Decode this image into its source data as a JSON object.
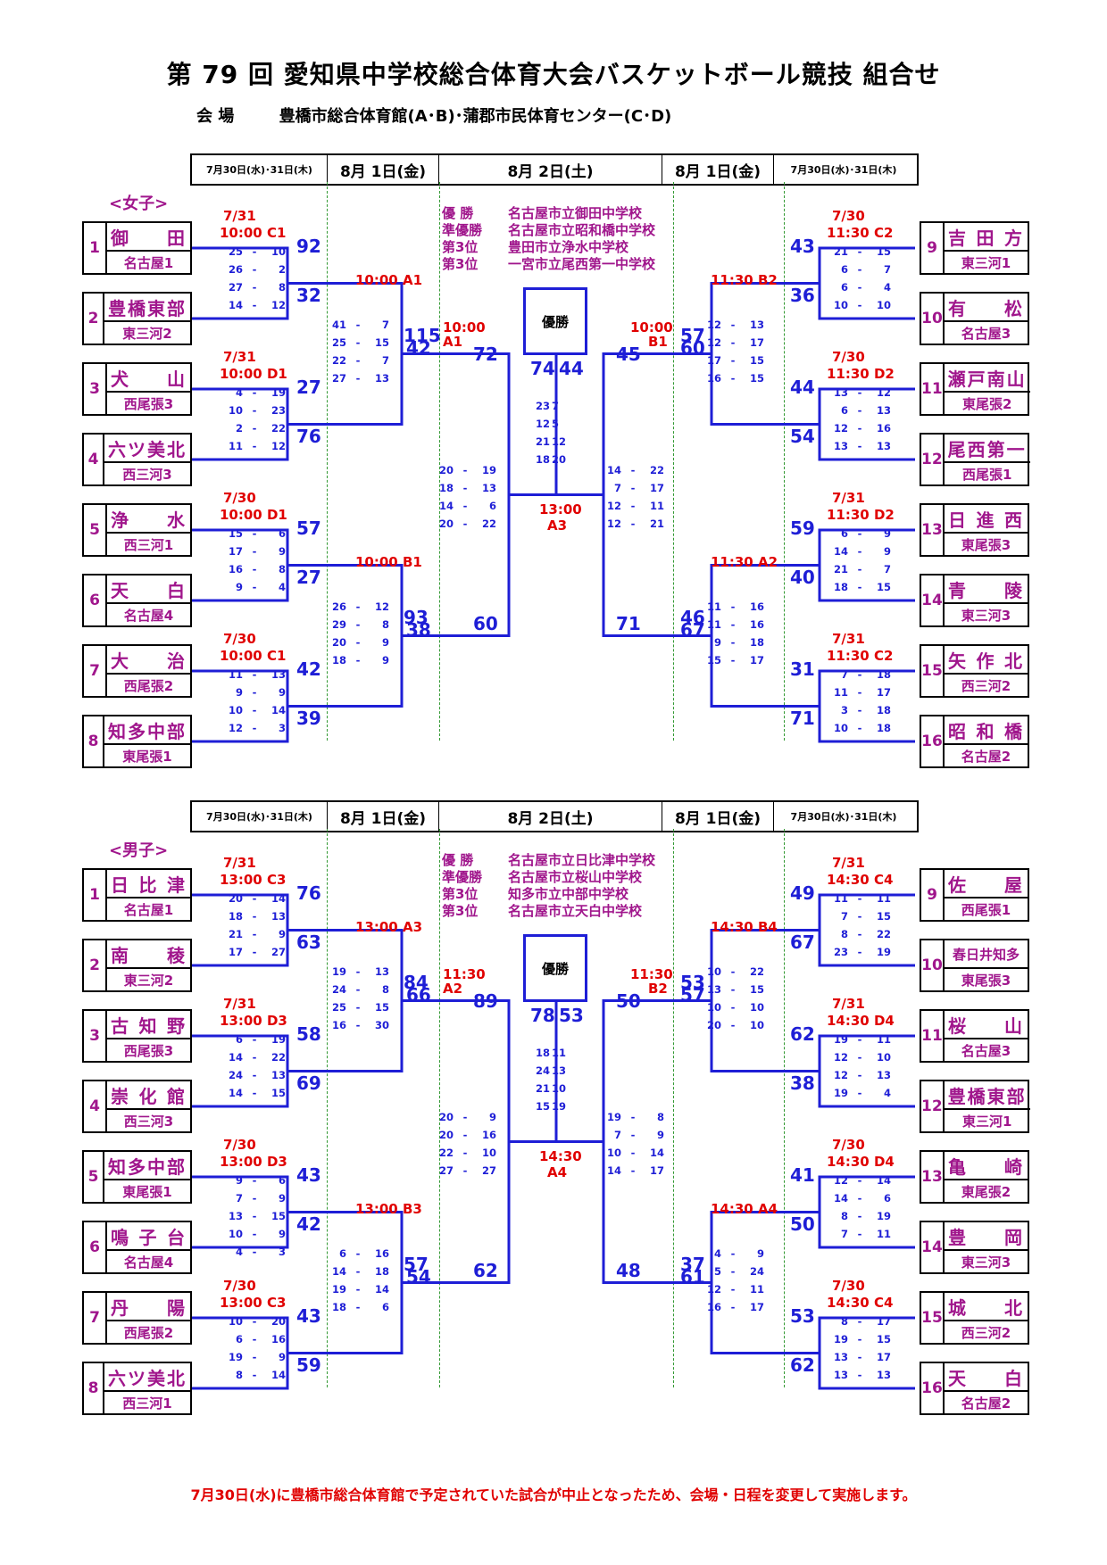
{
  "title": "第 79 回 愛知県中学校総合体育大会バスケットボール競技 組合せ",
  "venue_label": "会 場",
  "venue": "豊橋市総合体育館(A･B)･蒲郡市民体育センター(C･D)",
  "date_labels": [
    "7月30日(水)･31日(木)",
    "8月 1日(金)",
    "8月 2日(土)",
    "8月 1日(金)",
    "7月30日(水)･31日(木)"
  ],
  "champion_box": "優勝",
  "footer": "7月30日(水)に豊橋市総合体育館で予定されていた試合が中止となったため、会場・日程を変更して実施します。",
  "colors": {
    "bracket": "#1e1ed6",
    "team": "#a0168c",
    "time": "#e00000"
  },
  "girls": {
    "label": "<女子>",
    "results": [
      {
        "label": "優 勝",
        "school": "名古屋市立御田中学校"
      },
      {
        "label": "準優勝",
        "school": "名古屋市立昭和橋中学校"
      },
      {
        "label": "第3位",
        "school": "豊田市立浄水中学校"
      },
      {
        "label": "第3位",
        "school": "一宮市立尾西第一中学校"
      }
    ],
    "teams_left": [
      {
        "seed": "1",
        "name": "御 田",
        "region": "名古屋1"
      },
      {
        "seed": "2",
        "name": "豊橋東部",
        "region": "東三河2"
      },
      {
        "seed": "3",
        "name": "犬 山",
        "region": "西尾張3"
      },
      {
        "seed": "4",
        "name": "六ツ美北",
        "region": "西三河3"
      },
      {
        "seed": "5",
        "name": "浄 水",
        "region": "西三河1"
      },
      {
        "seed": "6",
        "name": "天 白",
        "region": "名古屋4"
      },
      {
        "seed": "7",
        "name": "大 治",
        "region": "西尾張2"
      },
      {
        "seed": "8",
        "name": "知多中部",
        "region": "東尾張1"
      }
    ],
    "teams_right": [
      {
        "seed": "9",
        "name": "吉田方",
        "region": "東三河1"
      },
      {
        "seed": "10",
        "name": "有 松",
        "region": "名古屋3"
      },
      {
        "seed": "11",
        "name": "瀬戸南山",
        "region": "東尾張2"
      },
      {
        "seed": "12",
        "name": "尾西第一",
        "region": "西尾張1"
      },
      {
        "seed": "13",
        "name": "日進西",
        "region": "東尾張3"
      },
      {
        "seed": "14",
        "name": "青 陵",
        "region": "東三河3"
      },
      {
        "seed": "15",
        "name": "矢作北",
        "region": "西三河2"
      },
      {
        "seed": "16",
        "name": "昭和橋",
        "region": "名古屋2"
      }
    ],
    "r1_left": [
      {
        "date": "7/31",
        "time": "10:00 C1",
        "s1": "92",
        "s2": "32",
        "q": [
          [
            "25",
            "10"
          ],
          [
            "26",
            "2"
          ],
          [
            "27",
            "8"
          ],
          [
            "14",
            "12"
          ]
        ]
      },
      {
        "date": "7/31",
        "time": "10:00 D1",
        "s1": "27",
        "s2": "76",
        "q": [
          [
            "4",
            "19"
          ],
          [
            "10",
            "23"
          ],
          [
            "2",
            "22"
          ],
          [
            "11",
            "12"
          ]
        ]
      },
      {
        "date": "7/30",
        "time": "10:00 D1",
        "s1": "57",
        "s2": "27",
        "q": [
          [
            "15",
            "6"
          ],
          [
            "17",
            "9"
          ],
          [
            "16",
            "8"
          ],
          [
            "9",
            "4"
          ]
        ]
      },
      {
        "date": "7/30",
        "time": "10:00 C1",
        "s1": "42",
        "s2": "39",
        "q": [
          [
            "11",
            "13"
          ],
          [
            "9",
            "9"
          ],
          [
            "10",
            "14"
          ],
          [
            "12",
            "3"
          ]
        ]
      }
    ],
    "r1_right": [
      {
        "date": "7/30",
        "time": "11:30 C2",
        "s1": "43",
        "s2": "36",
        "q": [
          [
            "21",
            "15"
          ],
          [
            "6",
            "7"
          ],
          [
            "6",
            "4"
          ],
          [
            "10",
            "10"
          ]
        ]
      },
      {
        "date": "7/30",
        "time": "11:30 D2",
        "s1": "44",
        "s2": "54",
        "q": [
          [
            "13",
            "12"
          ],
          [
            "6",
            "13"
          ],
          [
            "12",
            "16"
          ],
          [
            "13",
            "13"
          ]
        ]
      },
      {
        "date": "7/31",
        "time": "11:30 D2",
        "s1": "59",
        "s2": "40",
        "q": [
          [
            "6",
            "9"
          ],
          [
            "14",
            "9"
          ],
          [
            "21",
            "7"
          ],
          [
            "18",
            "15"
          ]
        ]
      },
      {
        "date": "7/31",
        "time": "11:30 C2",
        "s1": "31",
        "s2": "71",
        "q": [
          [
            "7",
            "18"
          ],
          [
            "11",
            "17"
          ],
          [
            "3",
            "18"
          ],
          [
            "10",
            "18"
          ]
        ]
      }
    ],
    "r2_left": [
      {
        "time": "10:00 A1",
        "s1": "115",
        "s2": "42",
        "q": [
          [
            "41",
            "7"
          ],
          [
            "25",
            "15"
          ],
          [
            "22",
            "7"
          ],
          [
            "27",
            "13"
          ]
        ]
      },
      {
        "time": "10:00 B1",
        "s1": "93",
        "s2": "38",
        "q": [
          [
            "26",
            "12"
          ],
          [
            "29",
            "8"
          ],
          [
            "20",
            "9"
          ],
          [
            "18",
            "9"
          ]
        ]
      }
    ],
    "r2_right": [
      {
        "time": "11:30 B2",
        "s1": "57",
        "s2": "60",
        "q": [
          [
            "12",
            "13"
          ],
          [
            "12",
            "17"
          ],
          [
            "17",
            "15"
          ],
          [
            "16",
            "15"
          ]
        ]
      },
      {
        "time": "11:30 A2",
        "s1": "46",
        "s2": "67",
        "q": [
          [
            "11",
            "16"
          ],
          [
            "11",
            "16"
          ],
          [
            "9",
            "18"
          ],
          [
            "15",
            "17"
          ]
        ]
      }
    ],
    "semi_left": {
      "time": "10:00",
      "court": "A1",
      "s1": "72",
      "s2": "60",
      "q": [
        [
          "20",
          "19"
        ],
        [
          "18",
          "13"
        ],
        [
          "14",
          "6"
        ],
        [
          "20",
          "22"
        ]
      ]
    },
    "semi_right": {
      "time": "10:00",
      "court": "B1",
      "s1": "45",
      "s2": "71",
      "q": [
        [
          "14",
          "22"
        ],
        [
          "7",
          "17"
        ],
        [
          "12",
          "11"
        ],
        [
          "12",
          "21"
        ]
      ]
    },
    "final": {
      "time": "13:00",
      "court": "A3",
      "s1": "74",
      "s2": "44",
      "q": [
        [
          "23",
          "7"
        ],
        [
          "12",
          "5"
        ],
        [
          "21",
          "12"
        ],
        [
          "18",
          "20"
        ]
      ]
    }
  },
  "boys": {
    "label": "<男子>",
    "results": [
      {
        "label": "優 勝",
        "school": "名古屋市立日比津中学校"
      },
      {
        "label": "準優勝",
        "school": "名古屋市立桜山中学校"
      },
      {
        "label": "第3位",
        "school": "知多市立中部中学校"
      },
      {
        "label": "第3位",
        "school": "名古屋市立天白中学校"
      }
    ],
    "teams_left": [
      {
        "seed": "1",
        "name": "日比津",
        "region": "名古屋1"
      },
      {
        "seed": "2",
        "name": "南 稜",
        "region": "東三河2"
      },
      {
        "seed": "3",
        "name": "古知野",
        "region": "西尾張3"
      },
      {
        "seed": "4",
        "name": "崇化館",
        "region": "西三河3"
      },
      {
        "seed": "5",
        "name": "知多中部",
        "region": "東尾張1"
      },
      {
        "seed": "6",
        "name": "鳴子台",
        "region": "名古屋4"
      },
      {
        "seed": "7",
        "name": "丹 陽",
        "region": "西尾張2"
      },
      {
        "seed": "8",
        "name": "六ツ美北",
        "region": "西三河1"
      }
    ],
    "teams_right": [
      {
        "seed": "9",
        "name": "佐 屋",
        "region": "西尾張1"
      },
      {
        "seed": "10",
        "name": "春日井知多",
        "region": "東尾張3"
      },
      {
        "seed": "11",
        "name": "桜 山",
        "region": "名古屋3"
      },
      {
        "seed": "12",
        "name": "豊橋東部",
        "region": "東三河1"
      },
      {
        "seed": "13",
        "name": "亀 崎",
        "region": "東尾張2"
      },
      {
        "seed": "14",
        "name": "豊 岡",
        "region": "東三河3"
      },
      {
        "seed": "15",
        "name": "城 北",
        "region": "西三河2"
      },
      {
        "seed": "16",
        "name": "天 白",
        "region": "名古屋2"
      }
    ],
    "r1_left": [
      {
        "date": "7/31",
        "time": "13:00 C3",
        "s1": "76",
        "s2": "63",
        "q": [
          [
            "20",
            "14"
          ],
          [
            "18",
            "13"
          ],
          [
            "21",
            "9"
          ],
          [
            "17",
            "27"
          ]
        ]
      },
      {
        "date": "7/31",
        "time": "13:00 D3",
        "s1": "58",
        "s2": "69",
        "q": [
          [
            "6",
            "19"
          ],
          [
            "14",
            "22"
          ],
          [
            "24",
            "13"
          ],
          [
            "14",
            "15"
          ]
        ]
      },
      {
        "date": "7/30",
        "time": "13:00 D3",
        "s1": "43",
        "s2": "42",
        "q": [
          [
            "9",
            "6"
          ],
          [
            "7",
            "9"
          ],
          [
            "13",
            "15"
          ],
          [
            "10",
            "9"
          ],
          [
            "4",
            "3"
          ]
        ]
      },
      {
        "date": "7/30",
        "time": "13:00 C3",
        "s1": "43",
        "s2": "59",
        "q": [
          [
            "10",
            "20"
          ],
          [
            "6",
            "16"
          ],
          [
            "19",
            "9"
          ],
          [
            "8",
            "14"
          ]
        ]
      }
    ],
    "r1_right": [
      {
        "date": "7/31",
        "time": "14:30 C4",
        "s1": "49",
        "s2": "67",
        "q": [
          [
            "11",
            "11"
          ],
          [
            "7",
            "15"
          ],
          [
            "8",
            "22"
          ],
          [
            "23",
            "19"
          ]
        ]
      },
      {
        "date": "7/31",
        "time": "14:30 D4",
        "s1": "62",
        "s2": "38",
        "q": [
          [
            "19",
            "11"
          ],
          [
            "12",
            "10"
          ],
          [
            "12",
            "13"
          ],
          [
            "19",
            "4"
          ]
        ]
      },
      {
        "date": "7/30",
        "time": "14:30 D4",
        "s1": "41",
        "s2": "50",
        "q": [
          [
            "12",
            "14"
          ],
          [
            "14",
            "6"
          ],
          [
            "8",
            "19"
          ],
          [
            "7",
            "11"
          ]
        ]
      },
      {
        "date": "7/30",
        "time": "14:30 C4",
        "s1": "53",
        "s2": "62",
        "q": [
          [
            "8",
            "17"
          ],
          [
            "19",
            "15"
          ],
          [
            "13",
            "17"
          ],
          [
            "13",
            "13"
          ]
        ]
      }
    ],
    "r2_left": [
      {
        "time": "13:00 A3",
        "s1": "84",
        "s2": "66",
        "q": [
          [
            "19",
            "13"
          ],
          [
            "24",
            "8"
          ],
          [
            "25",
            "15"
          ],
          [
            "16",
            "30"
          ]
        ]
      },
      {
        "time": "13:00 B3",
        "s1": "57",
        "s2": "54",
        "q": [
          [
            "6",
            "16"
          ],
          [
            "14",
            "18"
          ],
          [
            "19",
            "14"
          ],
          [
            "18",
            "6"
          ]
        ]
      }
    ],
    "r2_right": [
      {
        "time": "14:30 B4",
        "s1": "53",
        "s2": "57",
        "q": [
          [
            "10",
            "22"
          ],
          [
            "13",
            "15"
          ],
          [
            "10",
            "10"
          ],
          [
            "20",
            "10"
          ]
        ]
      },
      {
        "time": "14:30 A4",
        "s1": "37",
        "s2": "61",
        "q": [
          [
            "4",
            "9"
          ],
          [
            "5",
            "24"
          ],
          [
            "12",
            "11"
          ],
          [
            "16",
            "17"
          ]
        ]
      }
    ],
    "semi_left": {
      "time": "11:30",
      "court": "A2",
      "s1": "89",
      "s2": "62",
      "q": [
        [
          "20",
          "9"
        ],
        [
          "20",
          "16"
        ],
        [
          "22",
          "10"
        ],
        [
          "27",
          "27"
        ]
      ]
    },
    "semi_right": {
      "time": "11:30",
      "court": "B2",
      "s1": "50",
      "s2": "48",
      "q": [
        [
          "19",
          "8"
        ],
        [
          "7",
          "9"
        ],
        [
          "10",
          "14"
        ],
        [
          "14",
          "17"
        ]
      ]
    },
    "final": {
      "time": "14:30",
      "court": "A4",
      "s1": "78",
      "s2": "53",
      "q": [
        [
          "18",
          "11"
        ],
        [
          "24",
          "13"
        ],
        [
          "21",
          "10"
        ],
        [
          "15",
          "19"
        ]
      ]
    }
  }
}
